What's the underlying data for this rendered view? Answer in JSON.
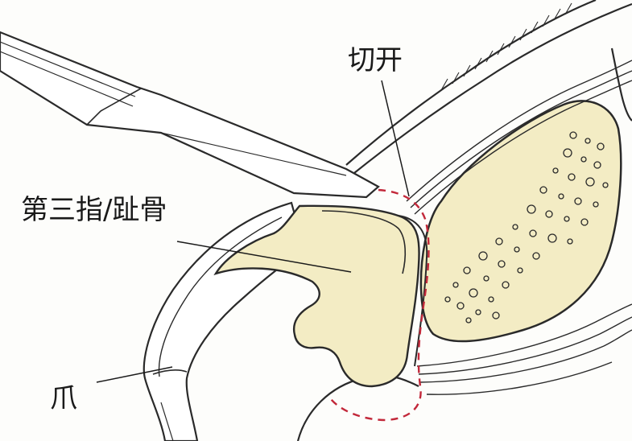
{
  "labels": {
    "incision": "切开",
    "bone": "第三指/趾骨",
    "claw": "爪"
  },
  "colors": {
    "bone_fill": "#f3ecc4",
    "line": "#2a2a2a",
    "incision_line": "#c2283a",
    "background": "#fdfdfb"
  },
  "icons": [
    "scalpel-icon"
  ]
}
